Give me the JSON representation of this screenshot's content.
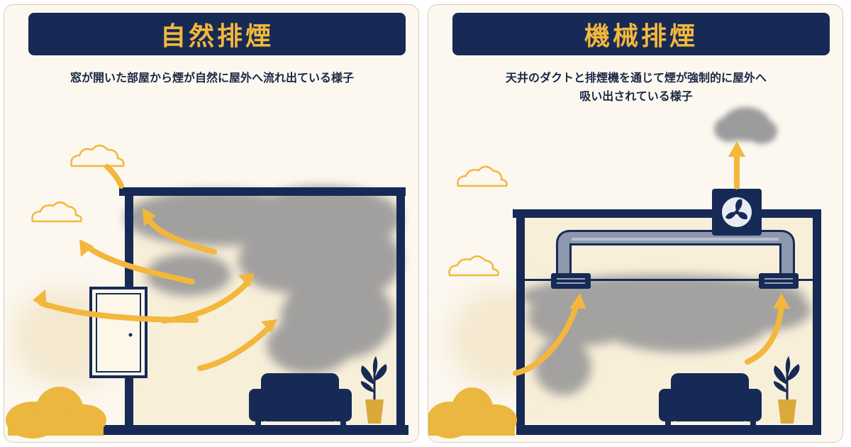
{
  "left": {
    "title": "自然排煙",
    "caption": "窓が開いた部屋から煙が自然に屋外へ流れ出ている様子"
  },
  "right": {
    "title": "機械排煙",
    "caption_line1": "天井のダクトと排煙機を通じて煙が強制的に屋外へ",
    "caption_line2": "吸い出されている様子"
  },
  "colors": {
    "navy": "#162a55",
    "gold": "#f2b73c",
    "smoke": "#8f8f93",
    "panel_bg": "#fcf8f0",
    "room_bg": "#f8efd9"
  },
  "icons": [
    "cloud-icon",
    "arrow-icon",
    "sofa-icon",
    "plant-icon",
    "fan-icon",
    "bush-icon",
    "window-icon",
    "duct-icon",
    "vent-icon"
  ]
}
